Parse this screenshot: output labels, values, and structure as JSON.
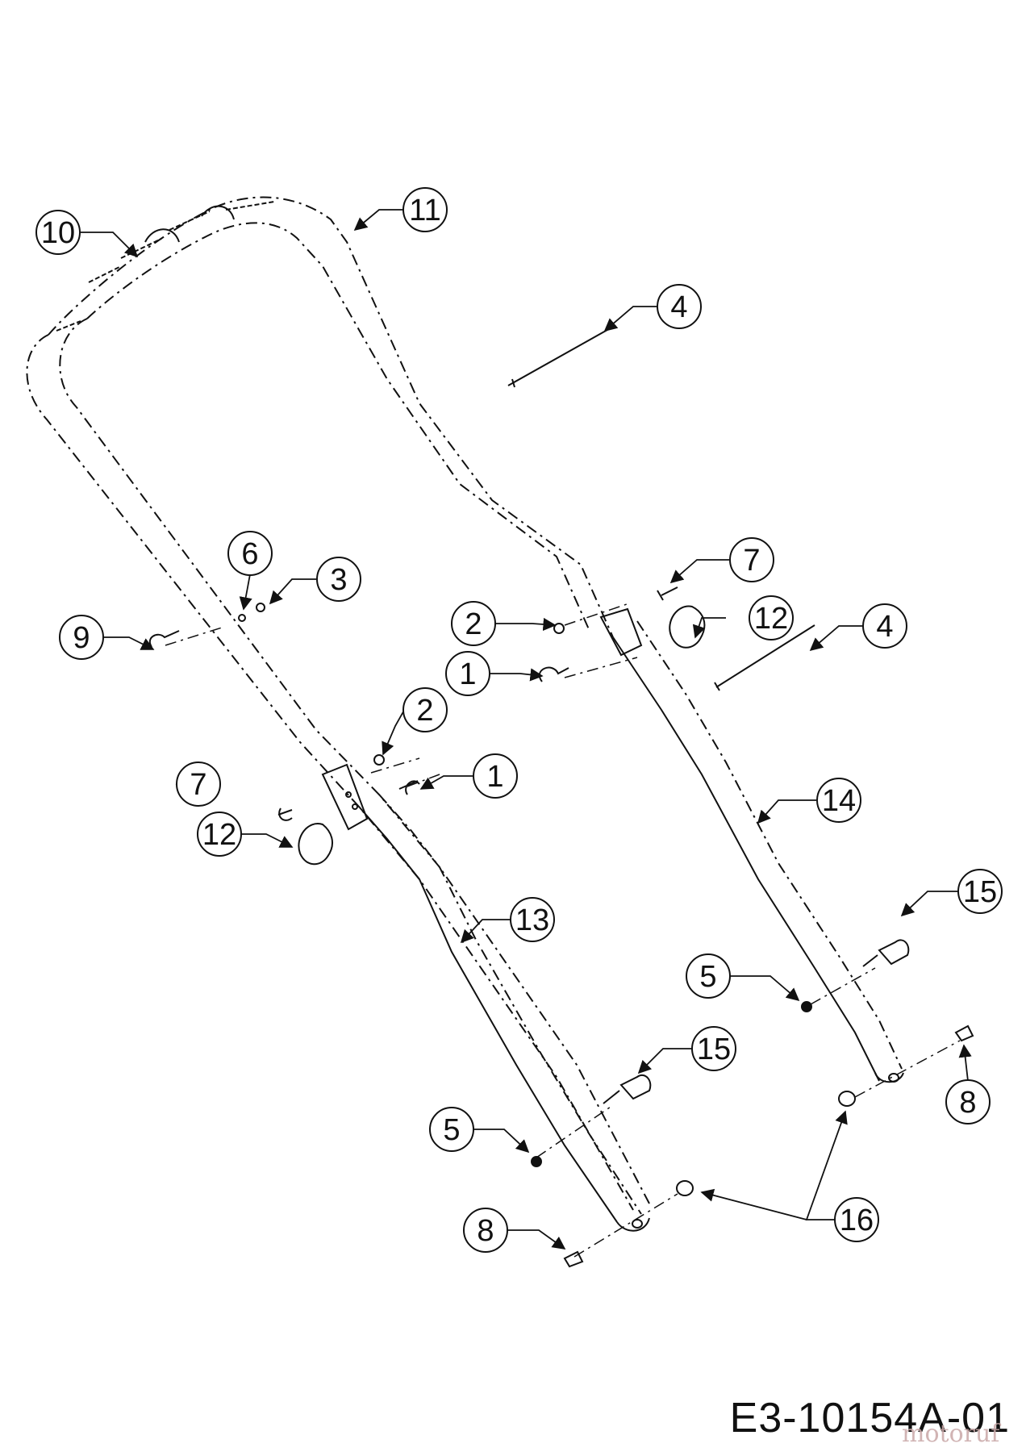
{
  "drawing_code": "E3-10154A-01",
  "watermark": "motoruf",
  "callouts": [
    "10",
    "11",
    "4",
    "6",
    "3",
    "7",
    "12",
    "9",
    "2",
    "1",
    "2",
    "1",
    "4",
    "7",
    "12",
    "14",
    "13",
    "15",
    "5",
    "15",
    "5",
    "8",
    "8",
    "16"
  ]
}
